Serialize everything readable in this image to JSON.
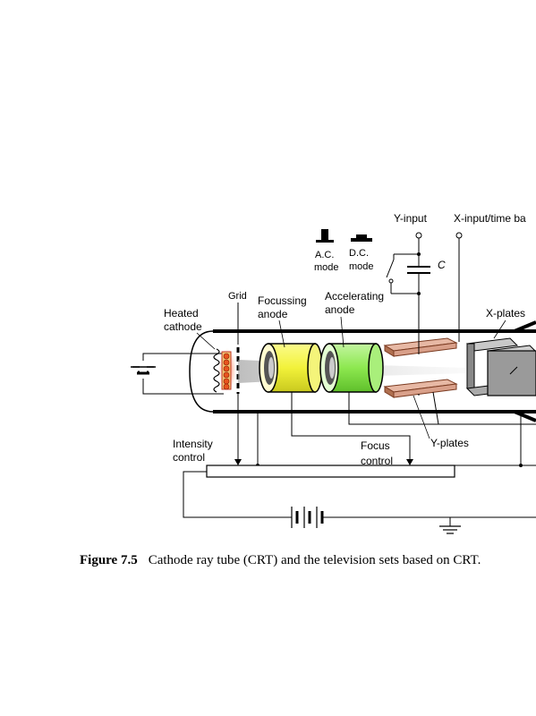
{
  "labels": {
    "y_input": "Y-input",
    "x_input": "X-input/time ba",
    "ac_mode_1": "A.C.",
    "ac_mode_2": "mode",
    "dc_mode_1": "D.C.",
    "dc_mode_2": "mode",
    "capacitor": "C",
    "grid": "Grid",
    "heated_cathode_1": "Heated",
    "heated_cathode_2": "cathode",
    "focussing_anode_1": "Focussing",
    "focussing_anode_2": "anode",
    "accelerating_anode_1": "Accelerating",
    "accelerating_anode_2": "anode",
    "x_plates": "X-plates",
    "y_plates": "Y-plates",
    "intensity_control_1": "Intensity",
    "intensity_control_2": "control",
    "focus_control_1": "Focus",
    "focus_control_2": "control"
  },
  "caption": {
    "number": "Figure 7.5",
    "text": "Cathode ray tube (CRT) and the television sets based on CRT."
  },
  "colors": {
    "focussing_anode": "#f2f23a",
    "accelerating_anode": "#8de84f",
    "plates": "#d9a08a",
    "cathode_glow": "#f07a2a",
    "x_plate_box": "#9a9a9a"
  }
}
